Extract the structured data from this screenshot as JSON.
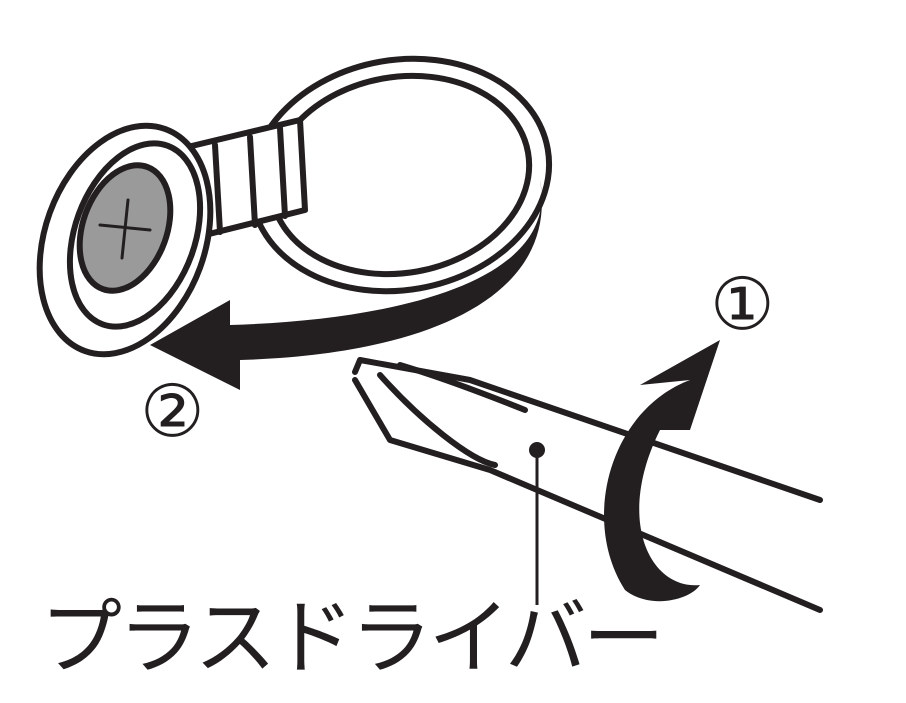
{
  "steps": {
    "step1": "①",
    "step2": "②"
  },
  "tool_label": "プラスドライバー",
  "colors": {
    "ink": "#231f20",
    "battery": "#9a9a9a"
  }
}
